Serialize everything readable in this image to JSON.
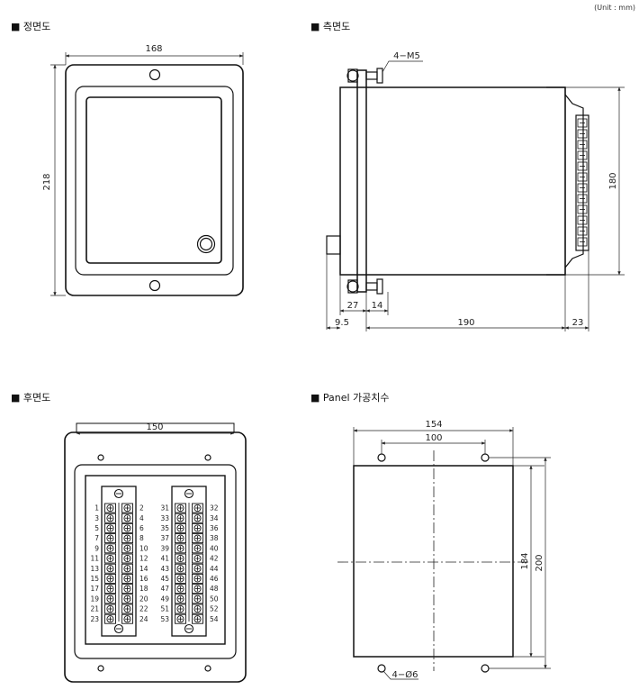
{
  "unit_label": "(Unit : mm)",
  "sections": {
    "front": "■ 정면도",
    "side": "■ 측면도",
    "rear": "■ 후면도",
    "panel": "■ Panel 가공치수"
  },
  "front_dims": {
    "width": "168",
    "height": "218"
  },
  "side_dims": {
    "screw": "4−M5",
    "h180": "180",
    "d27": "27",
    "d14": "14",
    "d9_5": "9.5",
    "d190": "190",
    "d23": "23"
  },
  "rear_dims": {
    "width": "150"
  },
  "panel_dims": {
    "w154": "154",
    "w100": "100",
    "h184": "184",
    "h200": "200",
    "holes": "4−Ø6"
  },
  "terminals_left": {
    "odd": [
      "1",
      "3",
      "5",
      "7",
      "9",
      "11",
      "13",
      "15",
      "17",
      "19",
      "21",
      "23"
    ],
    "even": [
      "2",
      "4",
      "6",
      "8",
      "10",
      "12",
      "14",
      "16",
      "18",
      "20",
      "22",
      "24"
    ]
  },
  "terminals_right": {
    "odd": [
      "31",
      "33",
      "35",
      "37",
      "39",
      "41",
      "43",
      "45",
      "47",
      "49",
      "51",
      "53"
    ],
    "even": [
      "32",
      "34",
      "36",
      "38",
      "40",
      "42",
      "44",
      "46",
      "48",
      "50",
      "52",
      "54"
    ]
  }
}
